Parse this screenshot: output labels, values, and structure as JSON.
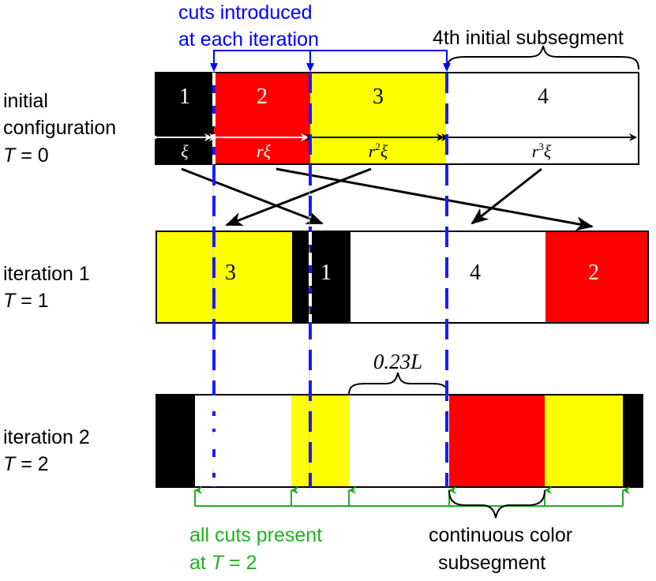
{
  "colors": {
    "black": "#000000",
    "red": "#ff0000",
    "yellow": "#ffff00",
    "white": "#ffffff",
    "blue_cut": "#1a1aff",
    "green_cut": "#20b020",
    "label_blue": "#0000ff",
    "label_green": "#20b020"
  },
  "annotations": {
    "cuts_line1": "cuts introduced",
    "cuts_line2": "at each iteration",
    "fourth_subsegment": "4th initial subsegment",
    "fraction_label": "0.23L",
    "all_cuts_line1": "all cuts present",
    "all_cuts_line2_prefix": "at ",
    "all_cuts_line2_var": "T",
    "all_cuts_line2_suffix": " = 2",
    "continuous_line1": "continuous color",
    "continuous_line2": "subsegment"
  },
  "rows": {
    "initial": {
      "label_line1": "initial",
      "label_line2": "configuration",
      "t_var": "T",
      "t_value": " = 0",
      "segment_labels": [
        "1",
        "2",
        "3",
        "4"
      ],
      "length_labels": {
        "seg1": "ξ",
        "seg2_base": "r",
        "seg2_tail": "ξ",
        "seg3_base": "r",
        "seg3_exp": "2",
        "seg3_tail": "ξ",
        "seg4_base": "r",
        "seg4_exp": "3",
        "seg4_tail": "ξ"
      }
    },
    "iteration1": {
      "label_line1": "iteration 1",
      "t_var": "T",
      "t_value": " = 1",
      "segment_labels": [
        "3",
        "1",
        "4",
        "2"
      ]
    },
    "iteration2": {
      "label_line1": "iteration 2",
      "t_var": "T",
      "t_value": " = 2"
    }
  }
}
